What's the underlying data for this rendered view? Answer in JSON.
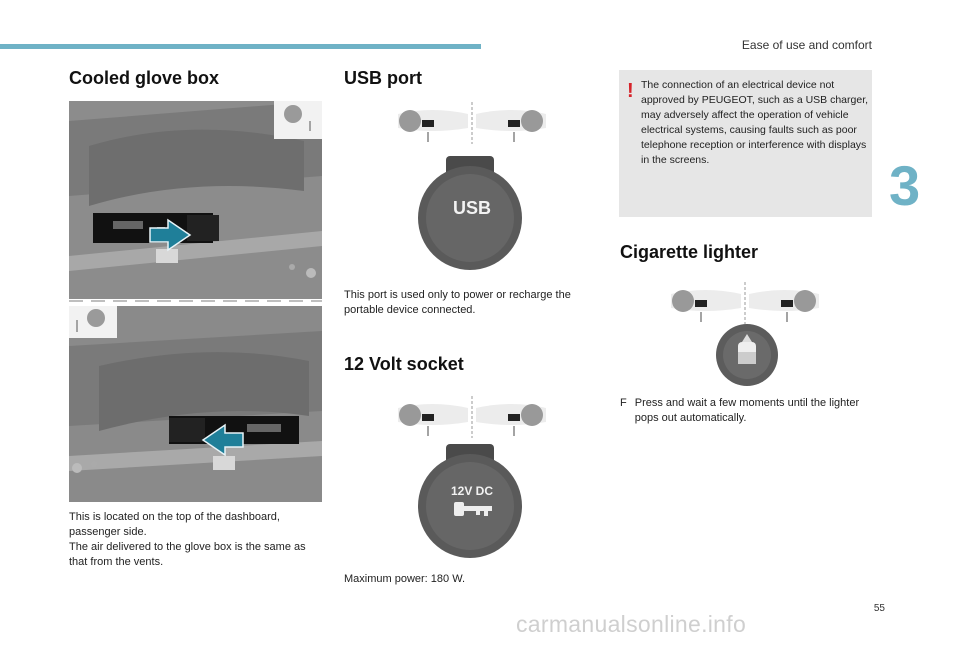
{
  "header": {
    "section_label": "Ease of use and comfort",
    "chapter": "3",
    "page_number": "55"
  },
  "col1": {
    "title": "Cooled glove box",
    "text_1": "This is located on the top of the dashboard, passenger side.",
    "text_2": "The air delivered to the glove box is the same as that from the vents."
  },
  "col2": {
    "usb_title": "USB port",
    "usb_label": "USB",
    "usb_text": "This port is used only to power or recharge the portable device connected.",
    "socket_title": "12 Volt socket",
    "socket_label": "12V DC",
    "socket_text": "Maximum power: 180 W."
  },
  "col3": {
    "warning": {
      "icon": "exclamation-icon",
      "text": "The connection of an electrical device not approved by PEUGEOT, such as a USB charger, may adversely affect the operation of vehicle electrical systems, causing faults such as poor telephone reception or interference with displays in the screens."
    },
    "lighter_title": "Cigarette lighter",
    "bullet_symbol": "F",
    "lighter_text": "Press and wait a few moments until the lighter pops out automatically."
  },
  "watermark": "carmanualsonline.info",
  "colors": {
    "accent": "#6fb2c6",
    "arrow": "#1f7f99",
    "warning": "#d6232a",
    "warning_bg": "#e6e6e6"
  }
}
